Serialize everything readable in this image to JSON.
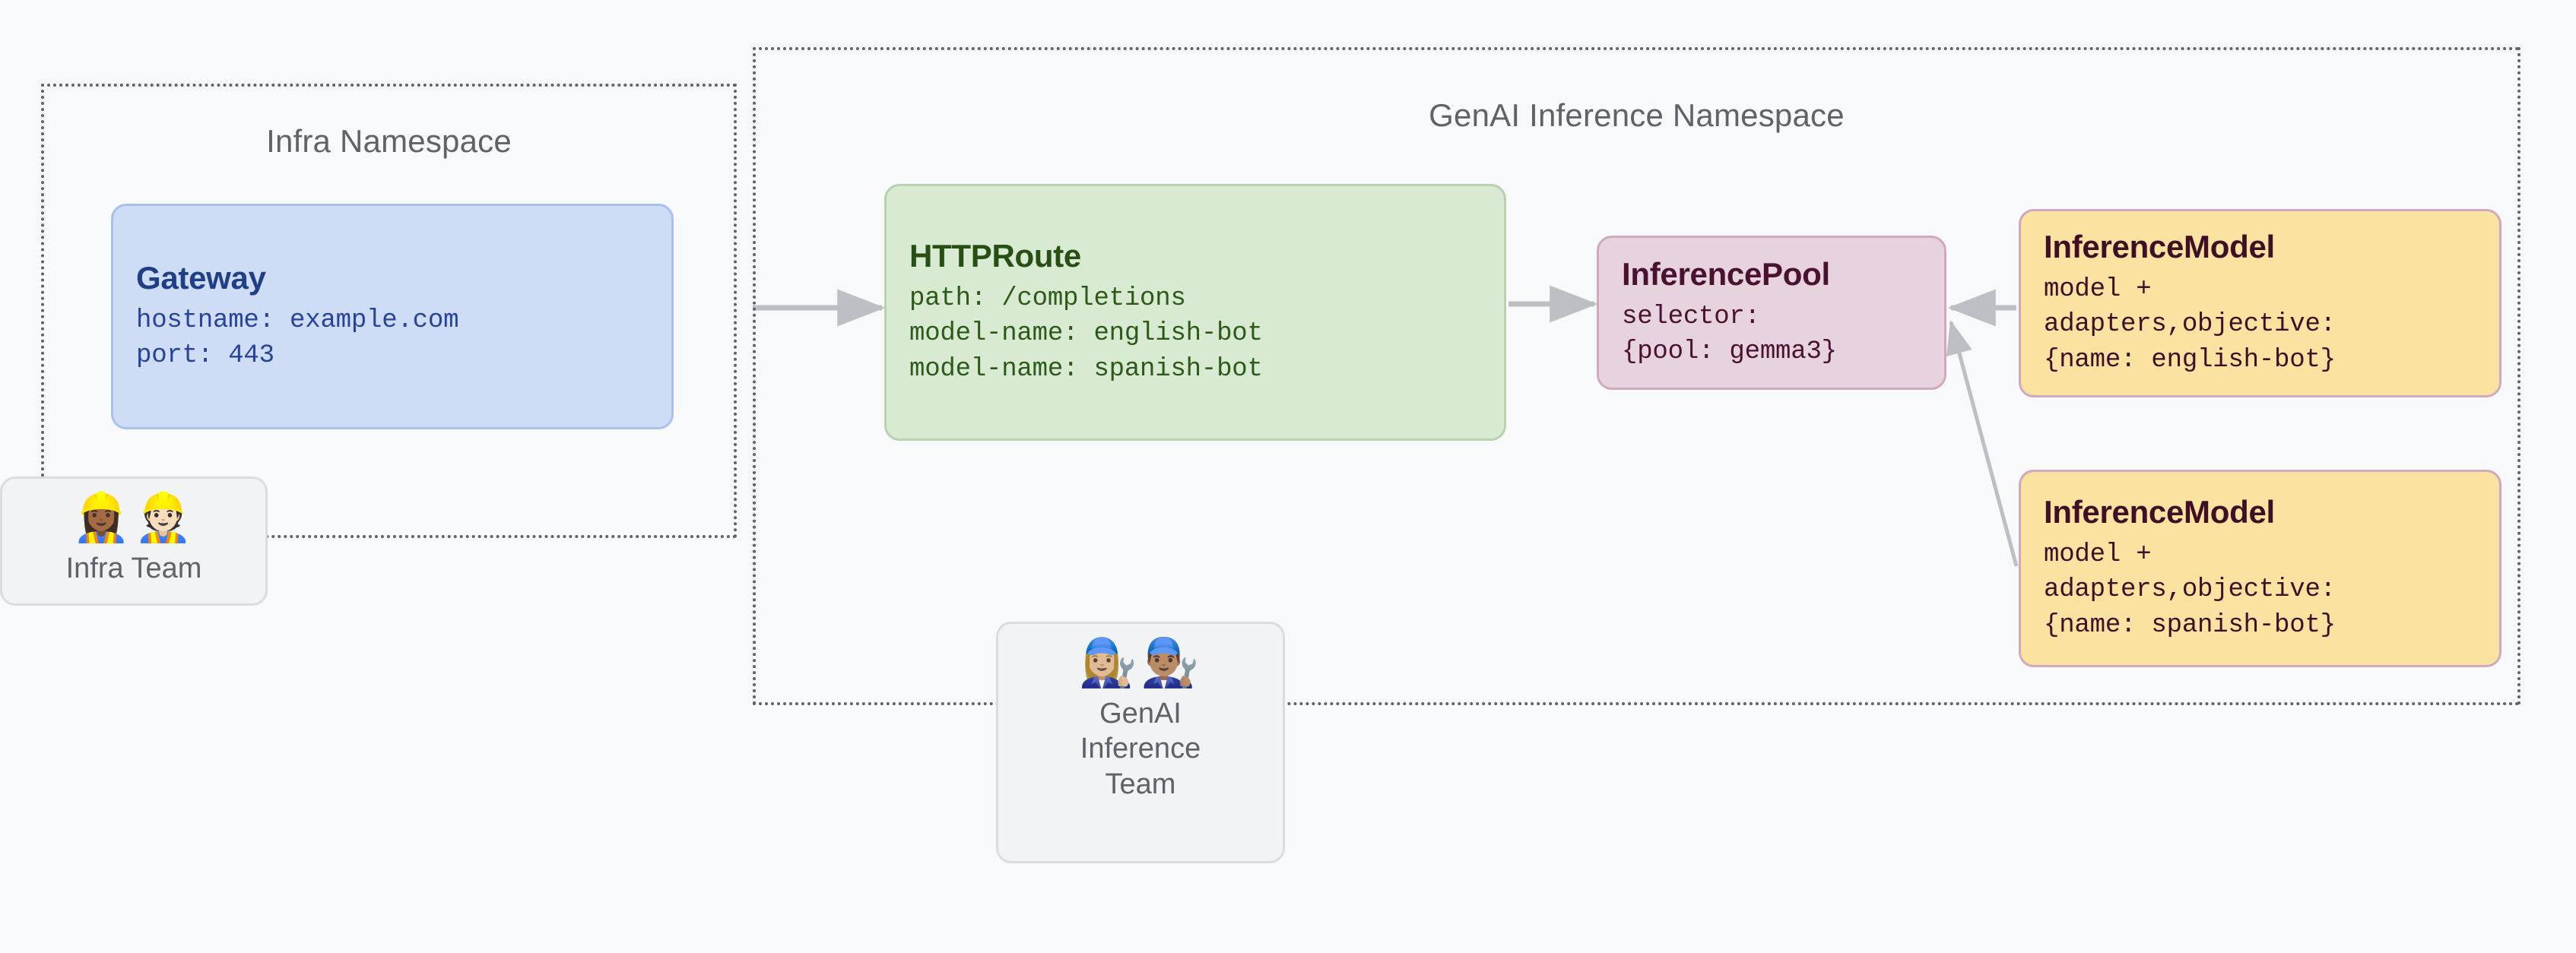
{
  "diagram": {
    "background_color": "#f8f9fb",
    "namespaces": [
      {
        "id": "infra",
        "title": "Infra Namespace"
      },
      {
        "id": "genai",
        "title": "GenAI Inference Namespace"
      }
    ],
    "cards": {
      "gateway": {
        "title": "Gateway",
        "lines": [
          "hostname: example.com",
          "port: 443"
        ],
        "fill": "#cfdcf5",
        "border": "#a7c0ec",
        "title_color": "#1f3f86",
        "text_color": "#27449a"
      },
      "httproute": {
        "title": "HTTPRoute",
        "lines": [
          "path: /completions",
          "model-name: english-bot",
          "model-name: spanish-bot"
        ],
        "fill": "#d9ead3",
        "border": "#b7d3ad",
        "title_color": "#274e13",
        "text_color": "#2d5a18"
      },
      "inferencepool": {
        "title": "InferencePool",
        "lines": [
          "selector:",
          "{pool: gemma3}"
        ],
        "fill": "#e6d3de",
        "border": "#cfa9c0",
        "title_color": "#4a1230",
        "text_color": "#4a1230"
      },
      "inferencemodel_english": {
        "title": "InferenceModel",
        "lines": [
          "model +",
          "adapters,objective:",
          "{name: english-bot}"
        ],
        "fill": "#fae2a0",
        "border": "#cfa9c0",
        "title_color": "#3f0f26",
        "text_color": "#3f0f26"
      },
      "inferencemodel_spanish": {
        "title": "InferenceModel",
        "lines": [
          "model +",
          "adapters,objective:",
          "{name: spanish-bot}"
        ],
        "fill": "#fae2a0",
        "border": "#cfa9c0",
        "title_color": "#3f0f26",
        "text_color": "#3f0f26"
      }
    },
    "teams": {
      "infra": {
        "label": "Infra Team",
        "emojis": "👷🏾‍♀️👷🏻",
        "icon_names": [
          "construction-worker-woman-icon",
          "construction-worker-man-icon"
        ]
      },
      "genai": {
        "label": "GenAI\nInference\nTeam",
        "emojis": "👩🏼‍🔧👨🏽‍🔧",
        "icon_names": [
          "mechanic-woman-icon",
          "mechanic-man-icon"
        ]
      }
    },
    "connectors": {
      "color": "#bcc0c4",
      "edges": [
        {
          "name": "gateway-to-httproute",
          "from": "gateway",
          "to": "httproute"
        },
        {
          "name": "httproute-to-inferencepool",
          "from": "httproute",
          "to": "inferencepool"
        },
        {
          "name": "inferencemodel-english-to-inferencepool",
          "from": "inferencemodel_english",
          "to": "inferencepool"
        },
        {
          "name": "inferencemodel-spanish-to-inferencepool",
          "from": "inferencemodel_spanish",
          "to": "inferencepool"
        }
      ]
    }
  }
}
